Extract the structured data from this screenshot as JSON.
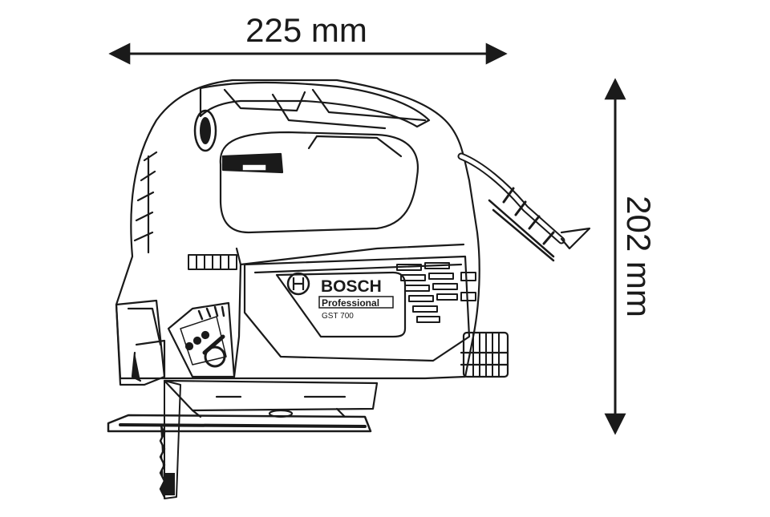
{
  "dimensions": {
    "width_label": "225 mm",
    "height_label": "202 mm"
  },
  "product": {
    "brand": "BOSCH",
    "line": "Professional",
    "model": "GST 700"
  },
  "colors": {
    "ink": "#1a1a1a",
    "paper": "#ffffff"
  },
  "icons": {
    "brand_logo": "bosch-armature-logo",
    "arrow": "dimension-arrowhead"
  }
}
